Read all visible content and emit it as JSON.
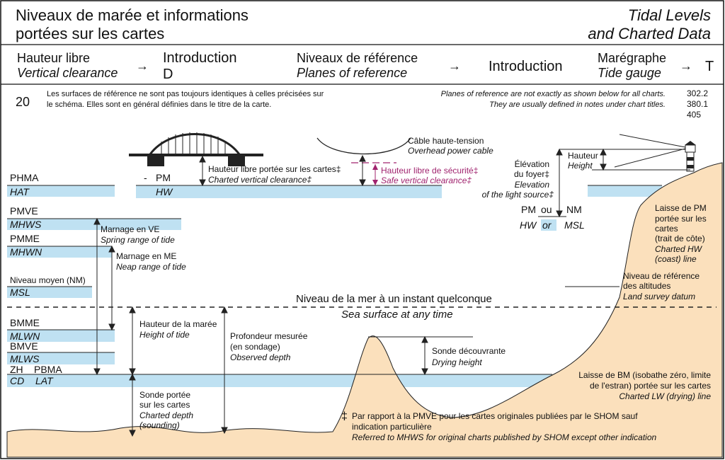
{
  "header": {
    "title_fr_1": "Niveaux de marée et informations",
    "title_fr_2": "portées sur les cartes",
    "title_en_1": "Tidal Levels",
    "title_en_2": "and Charted Data"
  },
  "nav": {
    "clearance_fr": "Hauteur libre",
    "clearance_en": "Vertical clearance",
    "arrow": "→",
    "intro_1": "Introduction",
    "intro_1_ref": "D",
    "planes_fr": "Niveaux de référence",
    "planes_en": "Planes of reference",
    "intro_2": "Introduction",
    "gauge_fr": "Marégraphe",
    "gauge_en": "Tide gauge",
    "gauge_ref": "T"
  },
  "note": {
    "number": "20",
    "fr_1": "Les surfaces de référence ne sont pas toujours identiques à celles précisées sur",
    "fr_2": "le schéma. Elles sont en général définies dans le titre de la carte.",
    "en_1": "Planes of reference are not exactly as shown below for all charts.",
    "en_2": "They are usually defined in notes under chart titles.",
    "ref_1": "302.2",
    "ref_2": "380.1",
    "ref_3": "405"
  },
  "levels": {
    "phma": "PHMA",
    "hat": "HAT",
    "pmve": "PMVE",
    "mhws": "MHWS",
    "pmme": "PMME",
    "mhwn": "MHWN",
    "nm": "Niveau moyen (NM)",
    "msl": "MSL",
    "bmme": "BMME",
    "mlwn": "MLWN",
    "bmve": "BMVE",
    "mlws": "MLWS",
    "zh": "ZH",
    "pbma": "PBMA",
    "cd": "CD",
    "lat": "LAT"
  },
  "ranges": {
    "spring_fr": "Marnage en VE",
    "spring_en": "Spring range of tide",
    "neap_fr": "Marnage en ME",
    "neap_en": "Neap range of tide"
  },
  "bridge": {
    "pm": "PM",
    "hw": "HW",
    "clearance_fr": "Hauteur libre portée sur les cartes‡",
    "clearance_en": "Charted vertical clearance‡"
  },
  "cable": {
    "fr": "Câble haute-tension",
    "en": "Overhead power cable",
    "safe_fr": "Hauteur libre de sécurité‡",
    "safe_en": "Safe vertical clearance‡"
  },
  "light": {
    "elev_fr_1": "Élévation",
    "elev_fr_2": "du foyer‡",
    "elev_en_1": "Elevation",
    "elev_en_2": "of the light source‡",
    "height_fr": "Hauteur",
    "height_en": "Height",
    "pm": "PM",
    "ou": "ou",
    "nm": "NM",
    "hw": "HW",
    "or": "or",
    "msl": "MSL"
  },
  "sea": {
    "surface_fr": "Niveau de la mer à un instant quelconque",
    "surface_en": "Sea surface at any time"
  },
  "depths": {
    "tide_fr": "Hauteur de la marée",
    "tide_en": "Height of tide",
    "observed_fr_1": "Profondeur mesurée",
    "observed_fr_2": "(en sondage)",
    "observed_en": "Observed depth",
    "charted_fr_1": "Sonde portée",
    "charted_fr_2": "sur les cartes",
    "charted_en_1": "Charted depth",
    "charted_en_2": "(sounding)",
    "drying_fr": "Sonde découvrante",
    "drying_en": "Drying height"
  },
  "coast": {
    "hw_fr_1": "Laisse de PM",
    "hw_fr_2": "portée sur les",
    "hw_fr_3": "cartes",
    "hw_fr_4": "(trait de côte)",
    "hw_en_1": "Charted HW",
    "hw_en_2": "(coast) line",
    "datum_fr_1": "Niveau de référence",
    "datum_fr_2": "des altitudes",
    "datum_en": "Land survey datum",
    "lw_fr_1": "Laisse de BM (isobathe zéro, limite",
    "lw_fr_2": "de l'estran) portée sur les cartes",
    "lw_en": "Charted LW (drying) line"
  },
  "footnote": {
    "mark": "‡",
    "fr_1": "Par rapport à la PMVE pour les cartes originales publiées par le SHOM sauf",
    "fr_2": "indication particulière",
    "en": "Referred to MHWS for original charts published by SHOM except other indication"
  },
  "colors": {
    "water": "#bfe1f2",
    "land": "#fbe0bc",
    "magenta": "#a0236e"
  }
}
